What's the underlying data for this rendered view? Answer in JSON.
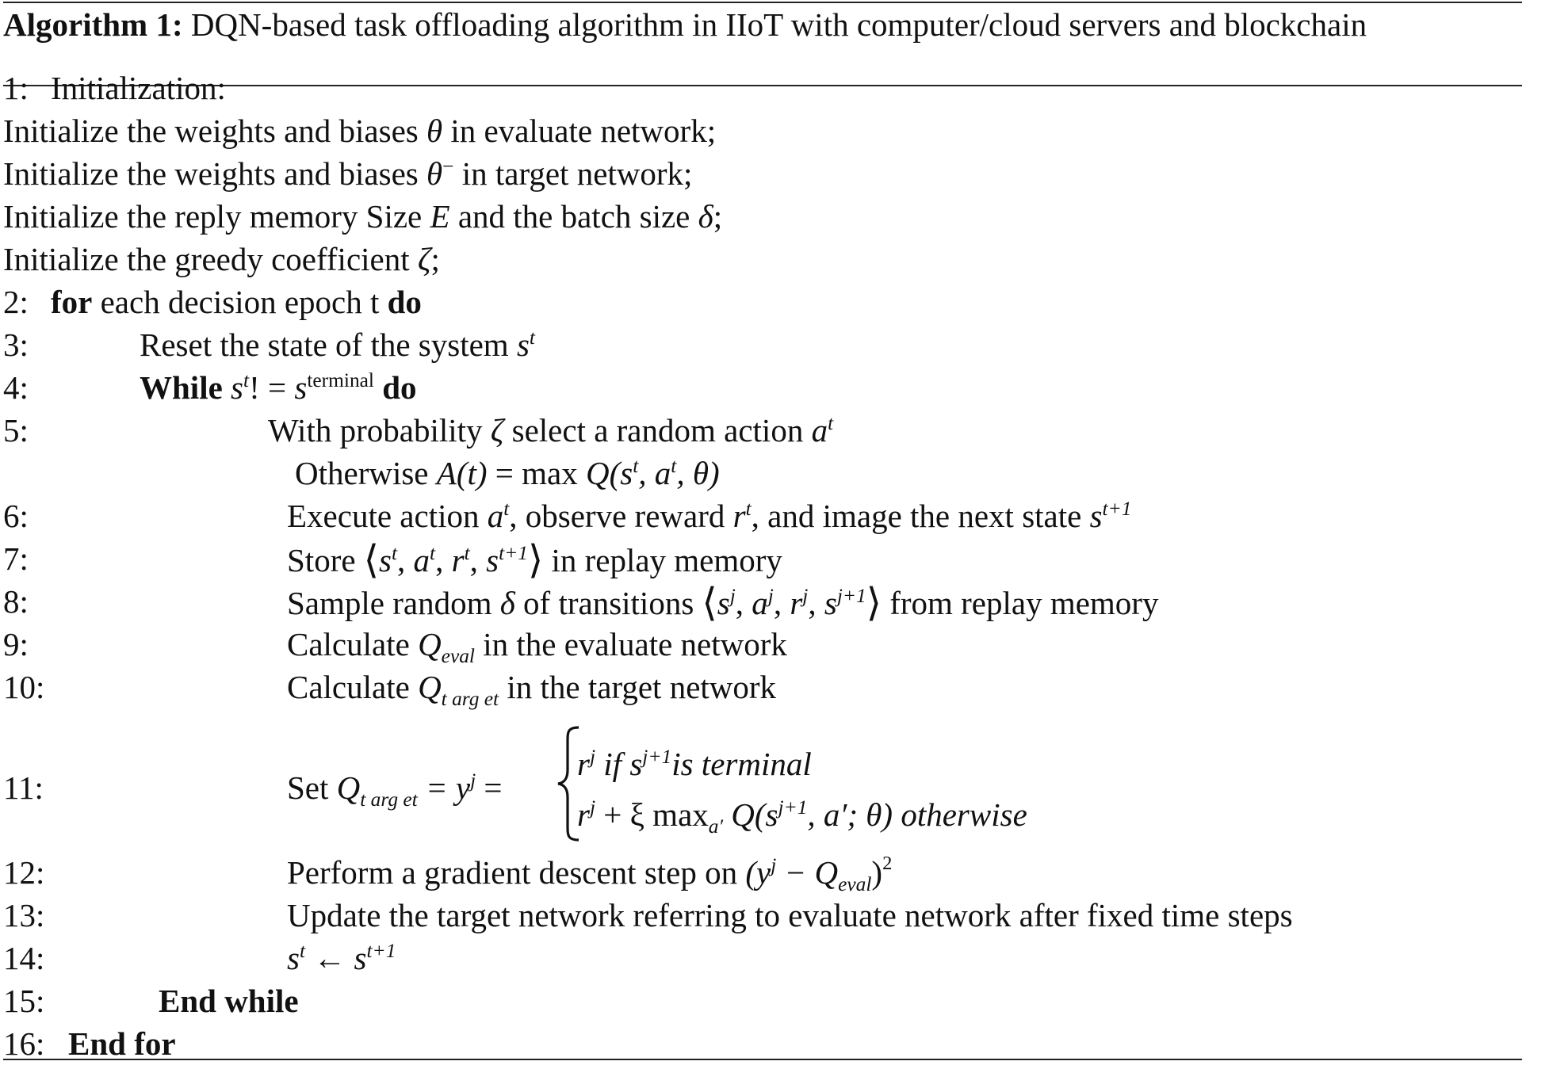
{
  "caption": {
    "label": "Algorithm 1:",
    "text": "DQN-based task offloading algorithm in IIoT with computer/cloud servers and blockchain"
  },
  "lines": {
    "l1_num": "1:",
    "l1_text": "Initialization:",
    "init_a": "Initialize the weights and biases",
    "init_a_sym": "θ",
    "init_a_end": "in evaluate network;",
    "init_b": "Initialize the weights and biases",
    "init_b_sym": "θ",
    "init_b_sup": "−",
    "init_b_end": "in target network;",
    "init_c": "Initialize the reply memory Size",
    "init_c_E": "E",
    "init_c_mid": "and the batch size",
    "init_c_d": "δ",
    "init_c_end": ";",
    "init_d": "Initialize the greedy coefficient",
    "init_d_sym": "ζ",
    "init_d_end": ";",
    "l2_num": "2:",
    "l2_kw1": "for",
    "l2_text": "each decision epoch t",
    "l2_kw2": "do",
    "l3_num": "3:",
    "l3_text": "Reset the state of the system",
    "l3_s": "s",
    "l3_sup": "t",
    "l4_num": "4:",
    "l4_kw1": "While",
    "l4_s": "s",
    "l4_sup": "t",
    "l4_op": "! =",
    "l4_s2": "s",
    "l4_sup2": "terminal",
    "l4_kw2": "do",
    "l5_num": "5:",
    "l5_text": "With probability",
    "l5_z": "ζ",
    "l5_mid": "select a random action",
    "l5_a": "a",
    "l5_sup": "t",
    "l5b_text": "Otherwise",
    "l5b_A": "A",
    "l5b_t": "(t)",
    "l5b_eq": "= max",
    "l5b_Q": "Q",
    "l5b_args": "(s",
    "l5b_s_sup": "t",
    "l5b_comma": ", a",
    "l5b_a_sup": "t",
    "l5b_end": ", θ)",
    "l6_num": "6:",
    "l6_a": "Execute action",
    "l6_b": ", observe reward",
    "l6_c": ", and image the next state",
    "l6_sup1": "t",
    "l6_sup2": "t",
    "l6_sup3": "t+1",
    "l7_num": "7:",
    "l7_a": "Store",
    "l7_b": "in replay memory",
    "l7_tuple_sup_t": "t",
    "l7_tuple_sup_t1": "t+1",
    "l8_num": "8:",
    "l8_a": "Sample random",
    "l8_d": "δ",
    "l8_b": "of transitions",
    "l8_c": "from replay memory",
    "l8_sup_j": "j",
    "l8_sup_j1": "j+1",
    "l9_num": "9:",
    "l9_a": "Calculate",
    "l9_sub": "eval",
    "l9_b": "in the evaluate network",
    "l10_num": "10:",
    "l10_a": "Calculate",
    "l10_sub": "t arg et",
    "l10_b": "in the target network",
    "l11_num": "11:",
    "l11_a": "Set",
    "l11_sub": "t arg et",
    "l11_eq": "= y",
    "l11_sup_j": "j",
    "l11_eq2": "=",
    "l11_c1_r": "r",
    "l11_c1_if": "if",
    "l11_c1_s": "s",
    "l11_c1_sup": "j+1",
    "l11_c1_end": "is terminal",
    "l11_c2_r": "r",
    "l11_c2_plus": "+ ξ max",
    "l11_c2_sub": "a′",
    "l11_c2_Q": "Q",
    "l11_c2_args": "(s",
    "l11_c2_sup": "j+1",
    "l11_c2_rest": ", a′; θ)",
    "l11_c2_end": "otherwise",
    "l12_num": "12:",
    "l12_a": "Perform a gradient descent step on",
    "l12_expr_a": "(y",
    "l12_expr_b": "− Q",
    "l12_sub": "eval",
    "l12_close": ")",
    "l12_sq": "2",
    "l13_num": "13:",
    "l13_text": "Update the target network referring to evaluate network after fixed time steps",
    "l14_num": "14:",
    "l14_arrow": "←",
    "l14_sup1": "t",
    "l14_sup2": "t+1",
    "l15_num": "15:",
    "l15_kw": "End while",
    "l16_num": "16:",
    "l16_kw": "End for"
  }
}
